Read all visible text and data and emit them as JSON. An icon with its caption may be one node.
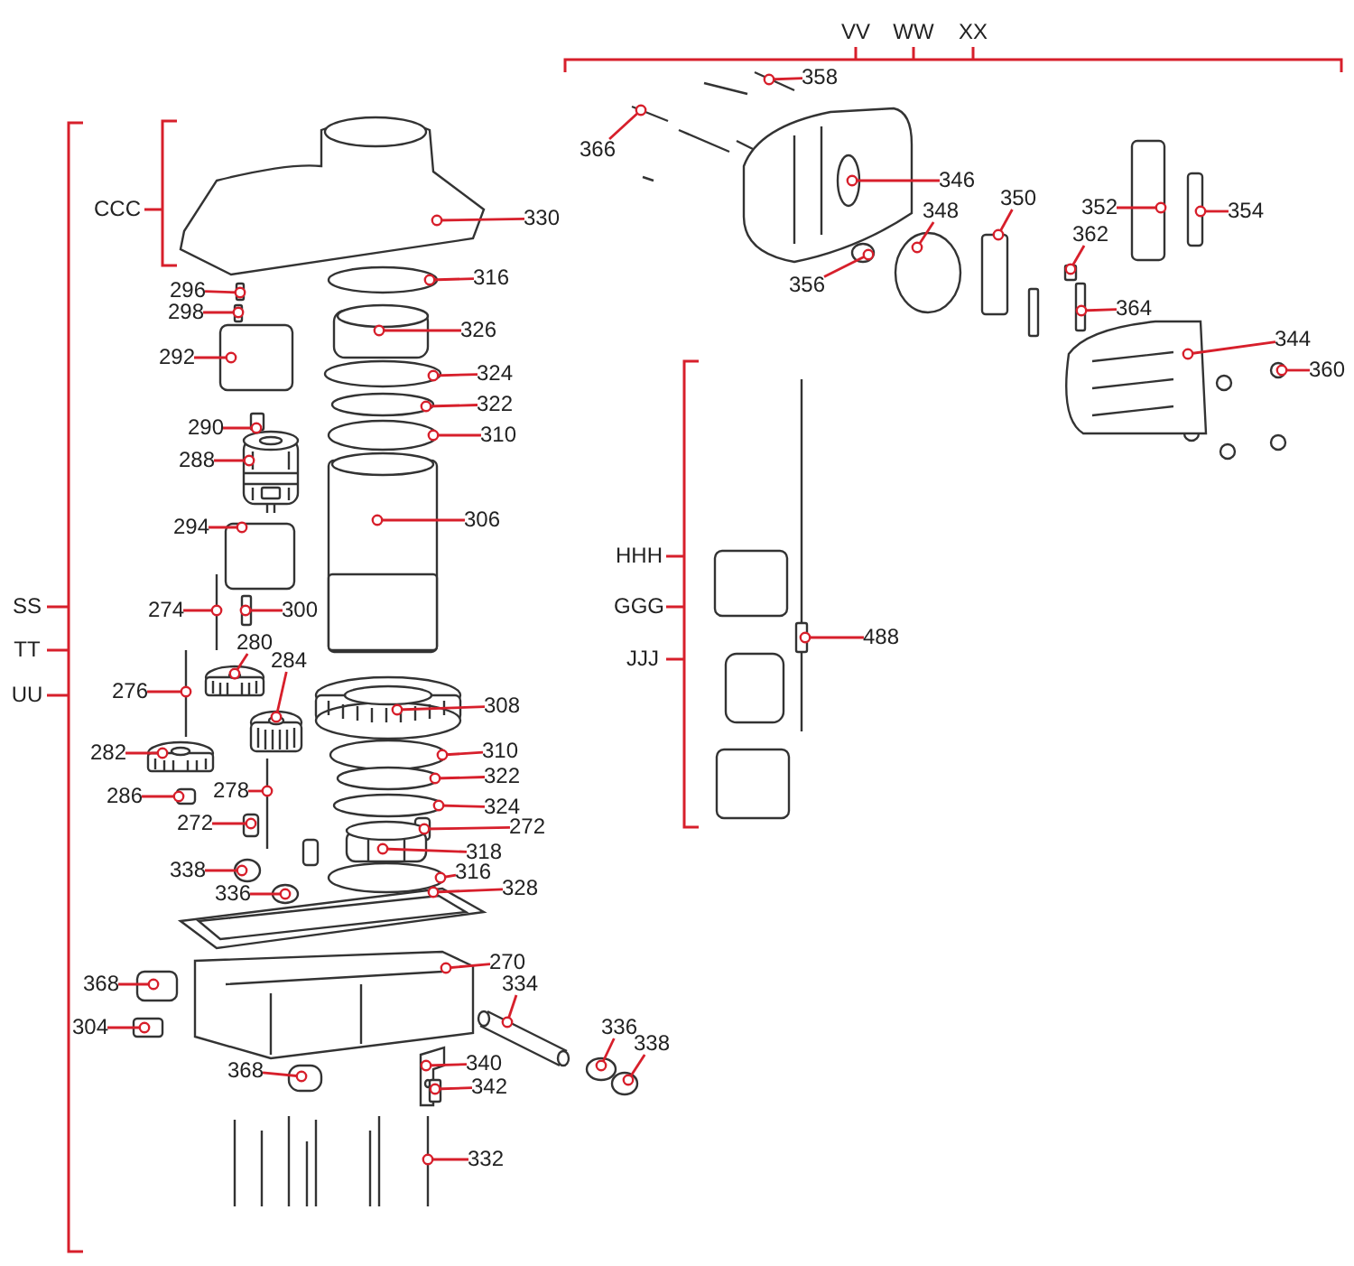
{
  "diagram": {
    "nodes": [
      {
        "text": [
          "358"
        ]
      },
      {
        "text": [
          "366"
        ]
      },
      {
        "text": [
          "346"
        ]
      },
      {
        "text": [
          "352"
        ]
      },
      {
        "text": [
          "354"
        ]
      },
      {
        "text": [
          "348"
        ]
      },
      {
        "text": [
          "350"
        ]
      },
      {
        "text": [
          "362"
        ]
      },
      {
        "text": [
          "330"
        ]
      },
      {
        "text": [
          "356"
        ]
      },
      {
        "text": [
          "316"
        ]
      },
      {
        "text": [
          "296"
        ]
      },
      {
        "text": [
          "298"
        ]
      },
      {
        "text": [
          "364"
        ]
      },
      {
        "text": [
          "326"
        ]
      },
      {
        "text": [
          "344"
        ]
      },
      {
        "text": [
          "292"
        ]
      },
      {
        "text": [
          "360"
        ]
      },
      {
        "text": [
          "324"
        ]
      },
      {
        "text": [
          "322"
        ]
      },
      {
        "text": [
          "290"
        ]
      },
      {
        "text": [
          "310"
        ]
      },
      {
        "text": [
          "288"
        ]
      },
      {
        "text": [
          "306"
        ]
      },
      {
        "text": [
          "294"
        ]
      },
      {
        "text": [
          "274"
        ]
      },
      {
        "text": [
          "300"
        ]
      },
      {
        "text": [
          "488"
        ]
      },
      {
        "text": [
          "280"
        ]
      },
      {
        "text": [
          "284"
        ]
      },
      {
        "text": [
          "276"
        ]
      },
      {
        "text": [
          "308"
        ]
      },
      {
        "text": [
          "282"
        ]
      },
      {
        "text": [
          "310"
        ]
      },
      {
        "text": [
          "322"
        ]
      },
      {
        "text": [
          "278"
        ]
      },
      {
        "text": [
          "286"
        ]
      },
      {
        "text": [
          "324"
        ]
      },
      {
        "text": [
          "272"
        ]
      },
      {
        "text": [
          "272"
        ]
      },
      {
        "text": [
          "318"
        ]
      },
      {
        "text": [
          "338"
        ]
      },
      {
        "text": [
          "316"
        ]
      },
      {
        "text": [
          "328"
        ]
      },
      {
        "text": [
          "336"
        ]
      },
      {
        "text": [
          "270"
        ]
      },
      {
        "text": [
          "368"
        ]
      },
      {
        "text": [
          "334"
        ]
      },
      {
        "text": [
          "304"
        ]
      },
      {
        "text": [
          "336"
        ]
      },
      {
        "text": [
          "338"
        ]
      },
      {
        "text": [
          "340"
        ]
      },
      {
        "text": [
          "368"
        ]
      },
      {
        "text": [
          "342"
        ]
      },
      {
        "text": [
          "332"
        ]
      },
      {
        "text": [],
        "shape": "line"
      },
      {
        "text": [],
        "shape": "line"
      },
      {
        "text": [],
        "shape": "picture"
      },
      {
        "text": [],
        "shape": "box"
      },
      {
        "text": [],
        "shape": "box"
      },
      {
        "text": [],
        "shape": "ellipse"
      },
      {
        "text": [],
        "shape": "box"
      },
      {
        "text": [],
        "shape": "box"
      },
      {
        "text": [],
        "shape": "picture"
      },
      {
        "text": [],
        "shape": "ellipse"
      },
      {
        "text": [],
        "shape": "ellipse"
      },
      {
        "text": [],
        "shape": "box"
      },
      {
        "text": [],
        "shape": "box"
      },
      {
        "text": [],
        "shape": "box"
      },
      {
        "text": [],
        "shape": "picture"
      },
      {
        "text": [],
        "shape": "picture"
      },
      {
        "text": [],
        "shape": "box"
      },
      {
        "text": [],
        "shape": "ellipse"
      },
      {
        "text": [],
        "shape": "ellipse"
      },
      {
        "text": [],
        "shape": "ellipse"
      },
      {
        "text": [],
        "shape": "box"
      },
      {
        "text": [],
        "shape": "ellipse"
      },
      {
        "text": [],
        "shape": "picture"
      },
      {
        "text": [],
        "shape": "picture"
      },
      {
        "text": [],
        "shape": "box"
      },
      {
        "text": [],
        "shape": "line"
      },
      {
        "text": [],
        "shape": "box"
      },
      {
        "text": [],
        "shape": "picture"
      },
      {
        "text": [],
        "shape": "picture"
      },
      {
        "text": [],
        "shape": "picture"
      },
      {
        "text": [],
        "shape": "line"
      },
      {
        "text": [],
        "shape": "picture"
      },
      {
        "text": [],
        "shape": "picture"
      },
      {
        "text": [],
        "shape": "ellipse"
      },
      {
        "text": [],
        "shape": "ellipse"
      },
      {
        "text": [],
        "shape": "line"
      },
      {
        "text": [],
        "shape": "box"
      },
      {
        "text": [],
        "shape": "ellipse"
      },
      {
        "text": [],
        "shape": "box"
      },
      {
        "text": [],
        "shape": "box"
      },
      {
        "text": [],
        "shape": "picture"
      },
      {
        "text": [],
        "shape": "ellipse"
      },
      {
        "text": [],
        "shape": "ellipse"
      },
      {
        "text": [],
        "shape": "picture"
      },
      {
        "text": [],
        "shape": "ellipse"
      },
      {
        "text": [],
        "shape": "picture"
      },
      {
        "text": [],
        "shape": "box"
      },
      {
        "text": [],
        "shape": "picture"
      },
      {
        "text": [],
        "shape": "box"
      },
      {
        "text": [],
        "shape": "ellipse"
      },
      {
        "text": [],
        "shape": "ellipse"
      },
      {
        "text": [],
        "shape": "picture"
      },
      {
        "text": [],
        "shape": "box"
      },
      {
        "text": [],
        "shape": "box"
      },
      {
        "text": [],
        "shape": "line"
      }
    ],
    "edges": [
      {
        "from": 0,
        "to": 55,
        "arrow": "other"
      },
      {
        "from": 1,
        "to": 56,
        "arrow": "other"
      },
      {
        "from": 2,
        "to": 57,
        "arrow": "other"
      },
      {
        "from": 3,
        "to": 58,
        "arrow": "other"
      },
      {
        "from": 4,
        "to": 59,
        "arrow": "other"
      },
      {
        "from": 5,
        "to": 60,
        "arrow": "other"
      },
      {
        "from": 6,
        "to": 61,
        "arrow": "other"
      },
      {
        "from": 7,
        "to": 62,
        "arrow": "other"
      },
      {
        "from": 8,
        "to": 63,
        "arrow": "other"
      },
      {
        "from": 9,
        "to": 64,
        "arrow": "other"
      },
      {
        "from": 10,
        "to": 65,
        "arrow": "other"
      },
      {
        "from": 11,
        "to": 66,
        "arrow": "other"
      },
      {
        "from": 12,
        "to": 67,
        "arrow": "other"
      },
      {
        "from": 13,
        "to": 68,
        "arrow": "other"
      },
      {
        "from": 14,
        "to": 69,
        "arrow": "other"
      },
      {
        "from": 15,
        "to": 70,
        "arrow": "other"
      },
      {
        "from": 16,
        "to": 71,
        "arrow": "other"
      },
      {
        "from": 17,
        "to": 72,
        "arrow": "other"
      },
      {
        "from": 18,
        "to": 73,
        "arrow": "other"
      },
      {
        "from": 19,
        "to": 74,
        "arrow": "other"
      },
      {
        "from": 20,
        "to": 75,
        "arrow": "other"
      },
      {
        "from": 21,
        "to": 76,
        "arrow": "other"
      },
      {
        "from": 22,
        "to": 77,
        "arrow": "other"
      },
      {
        "from": 23,
        "to": 78,
        "arrow": "other"
      },
      {
        "from": 24,
        "to": 79,
        "arrow": "other"
      },
      {
        "from": 25,
        "to": 80,
        "arrow": "other"
      },
      {
        "from": 26,
        "to": 81,
        "arrow": "other"
      },
      {
        "from": 27,
        "to": 82,
        "arrow": "other"
      },
      {
        "from": 28,
        "to": 83,
        "arrow": "other"
      },
      {
        "from": 29,
        "to": 84,
        "arrow": "other"
      },
      {
        "from": 30,
        "to": 85,
        "arrow": "other"
      },
      {
        "from": 31,
        "to": 86,
        "arrow": "other"
      },
      {
        "from": 32,
        "to": 87,
        "arrow": "other"
      },
      {
        "from": 33,
        "to": 88,
        "arrow": "other"
      },
      {
        "from": 34,
        "to": 89,
        "arrow": "other"
      },
      {
        "from": 35,
        "to": 90,
        "arrow": "other"
      },
      {
        "from": 36,
        "to": 91,
        "arrow": "other"
      },
      {
        "from": 37,
        "to": 92,
        "arrow": "other"
      },
      {
        "from": 38,
        "to": 93,
        "arrow": "other"
      },
      {
        "from": 39,
        "to": 94,
        "arrow": "other"
      },
      {
        "from": 40,
        "to": 95,
        "arrow": "other"
      },
      {
        "from": 41,
        "to": 96,
        "arrow": "other"
      },
      {
        "from": 42,
        "to": 97,
        "arrow": "other"
      },
      {
        "from": 43,
        "to": 98,
        "arrow": "other"
      },
      {
        "from": 44,
        "to": 99,
        "arrow": "other"
      },
      {
        "from": 45,
        "to": 100,
        "arrow": "other"
      },
      {
        "from": 46,
        "to": 101,
        "arrow": "other"
      },
      {
        "from": 47,
        "to": 102,
        "arrow": "other"
      },
      {
        "from": 48,
        "to": 103,
        "arrow": "other"
      },
      {
        "from": 49,
        "to": 104,
        "arrow": "other"
      },
      {
        "from": 50,
        "to": 105,
        "arrow": "other"
      },
      {
        "from": 51,
        "to": 106,
        "arrow": "other"
      },
      {
        "from": 52,
        "to": 107,
        "arrow": "other"
      },
      {
        "from": 53,
        "to": 108,
        "arrow": "other"
      },
      {
        "from": 54,
        "to": 109,
        "arrow": "other"
      }
    ],
    "labels": [
      "VV",
      "WW",
      "XX",
      "CCC",
      "HHH",
      "GGG",
      "SS",
      "TT",
      "JJJ",
      "UU"
    ]
  }
}
